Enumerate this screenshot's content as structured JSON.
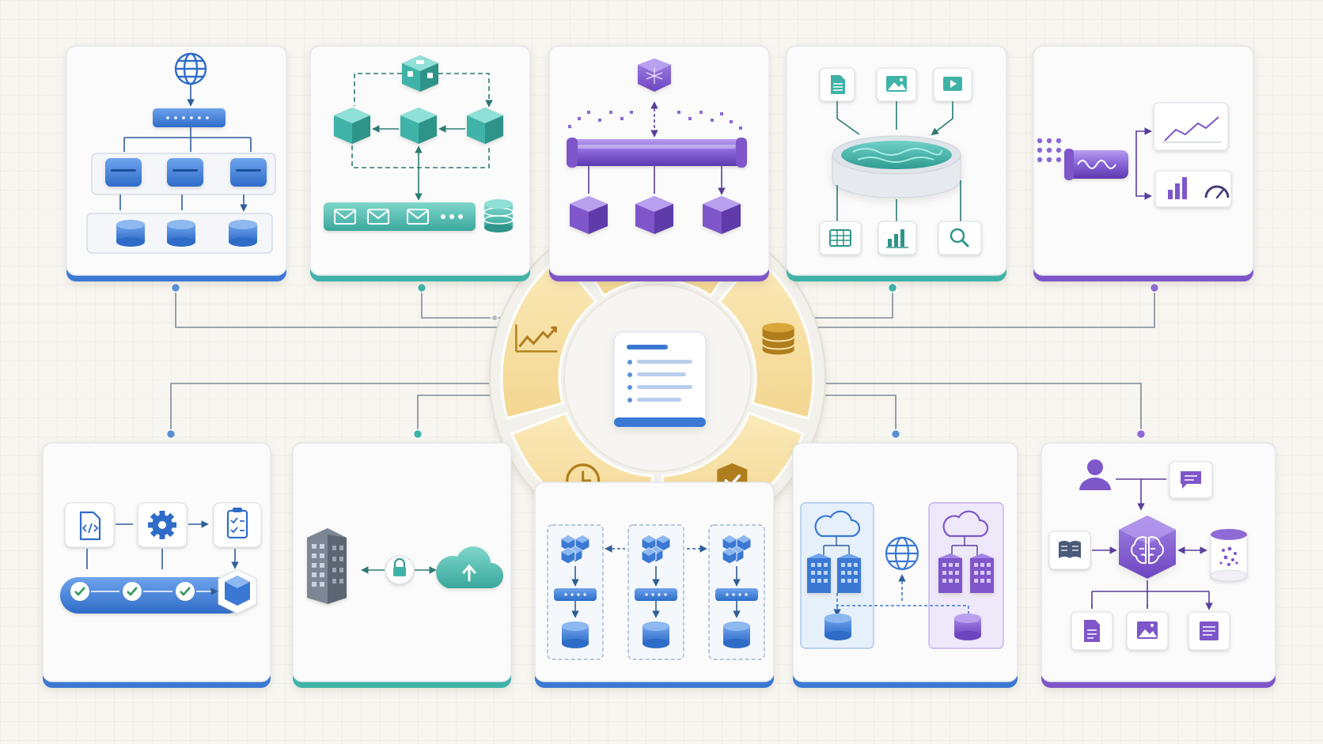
{
  "colors": {
    "background": "#f8f6f1",
    "blue": "#3a78d4",
    "teal": "#3fb3a8",
    "purple": "#7e57c9",
    "gold": "#f5dea0",
    "gold_icon": "#b07d1c"
  },
  "hub": {
    "center_icon": "document-list-icon",
    "segments": [
      {
        "icon": "users-icon"
      },
      {
        "icon": "database-icon"
      },
      {
        "icon": "shield-check-icon"
      },
      {
        "icon": "clock-icon"
      },
      {
        "icon": "line-chart-icon"
      }
    ]
  },
  "panels": [
    {
      "id": "web-tier-architecture",
      "accent": "blue",
      "icons": [
        "globe-icon",
        "load-balancer-icon",
        "server-icon",
        "database-icon"
      ]
    },
    {
      "id": "microservices-messaging",
      "accent": "teal",
      "icons": [
        "cube-icon",
        "envelope-icon",
        "database-icon"
      ]
    },
    {
      "id": "event-bus",
      "accent": "purple",
      "icons": [
        "hexagon-icon",
        "pipe-icon",
        "cube-icon"
      ]
    },
    {
      "id": "data-lake",
      "accent": "teal",
      "icons": [
        "document-icon",
        "image-icon",
        "video-icon",
        "lake-icon",
        "table-icon",
        "bar-chart-icon",
        "search-icon"
      ]
    },
    {
      "id": "stream-analytics",
      "accent": "purple",
      "icons": [
        "stream-pipe-icon",
        "line-chart-icon",
        "bar-chart-icon",
        "gauge-icon"
      ]
    },
    {
      "id": "ci-cd-pipeline",
      "accent": "blue",
      "icons": [
        "code-file-icon",
        "gear-icon",
        "clipboard-check-icon",
        "check-icon",
        "cube-icon"
      ]
    },
    {
      "id": "hybrid-cloud-connection",
      "accent": "teal",
      "icons": [
        "building-icon",
        "lock-icon",
        "cloud-upload-icon"
      ]
    },
    {
      "id": "sharded-clusters",
      "accent": "blue",
      "icons": [
        "cluster-icon",
        "switch-icon",
        "database-icon"
      ]
    },
    {
      "id": "multi-cloud-regions",
      "accent": "blue",
      "icons": [
        "cloud-icon",
        "building-icon",
        "globe-icon",
        "database-icon"
      ]
    },
    {
      "id": "ai-knowledge-hub",
      "accent": "purple",
      "icons": [
        "user-icon",
        "chat-icon",
        "book-icon",
        "brain-icon",
        "vector-db-icon",
        "document-icon",
        "image-icon",
        "text-file-icon"
      ]
    }
  ]
}
